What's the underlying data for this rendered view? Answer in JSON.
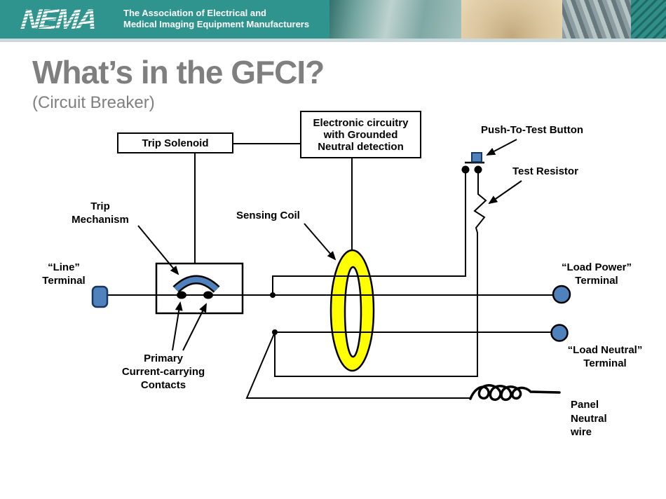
{
  "header": {
    "logo_text": "NEMA",
    "tagline_line1": "The Association of Electrical and",
    "tagline_line2": "Medical Imaging Equipment Manufacturers"
  },
  "title": {
    "heading": "What’s in the GFCI?",
    "subheading": "(Circuit Breaker)"
  },
  "diagram": {
    "boxes": {
      "trip_solenoid": "Trip Solenoid",
      "electronic_circuitry": "Electronic circuitry\nwith Grounded\nNeutral detection"
    },
    "labels": {
      "trip_mechanism": "Trip\nMechanism",
      "line_terminal": "“Line”\nTerminal",
      "sensing_coil": "Sensing Coil",
      "push_to_test": "Push-To-Test Button",
      "test_resistor": "Test Resistor",
      "load_power": "“Load Power”\nTerminal",
      "load_neutral": "“Load Neutral”\nTerminal",
      "primary_contacts": "Primary\nCurrent-carrying\nContacts",
      "panel_neutral": "Panel\nNeutral\nwire"
    },
    "colors": {
      "header_teal": "#2F948E",
      "title_gray": "#7F7F7F",
      "terminal_blue": "#4F81BD",
      "coil_yellow": "#FFFF00",
      "wire_black": "#000000"
    }
  }
}
